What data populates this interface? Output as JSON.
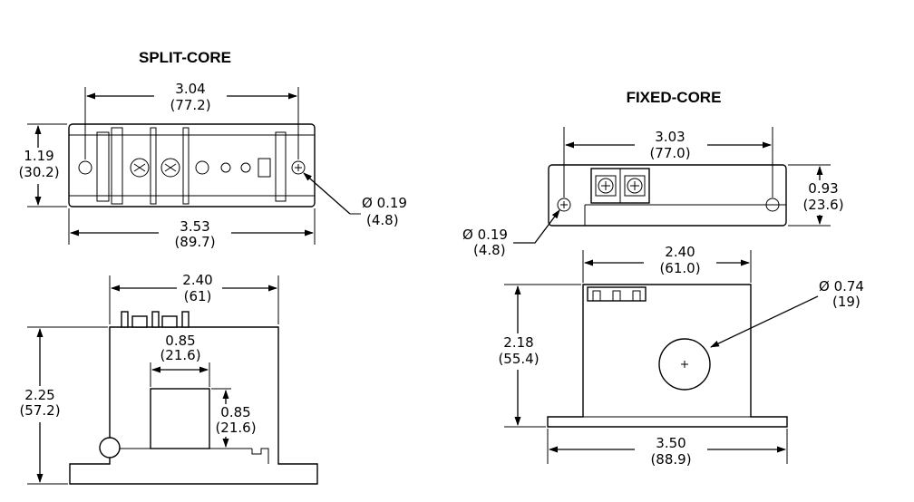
{
  "split_core": {
    "title": "SPLIT-CORE",
    "top_view": {
      "mount_spacing": [
        "3.04",
        "(77.2)"
      ],
      "height": [
        "1.19",
        "(30.2)"
      ],
      "overall_length": [
        "3.53",
        "(89.7)"
      ],
      "hole_diameter": [
        "Ø 0.19",
        "(4.8)"
      ]
    },
    "front_view": {
      "body_width": [
        "2.40",
        "(61)"
      ],
      "window_width": [
        "0.85",
        "(21.6)"
      ],
      "window_height": [
        "0.85",
        "(21.6)"
      ],
      "overall_height": [
        "2.25",
        "(57.2)"
      ]
    }
  },
  "fixed_core": {
    "title": "FIXED-CORE",
    "top_view": {
      "mount_spacing": [
        "3.03",
        "(77.0)"
      ],
      "height": [
        "0.93",
        "(23.6)"
      ],
      "hole_diameter": [
        "Ø 0.19",
        "(4.8)"
      ]
    },
    "front_view": {
      "body_width": [
        "2.40",
        "(61.0)"
      ],
      "aperture_diameter": [
        "Ø 0.74",
        "(19)"
      ],
      "height": [
        "2.18",
        "(55.4)"
      ],
      "base_length": [
        "3.50",
        "(88.9)"
      ]
    }
  }
}
